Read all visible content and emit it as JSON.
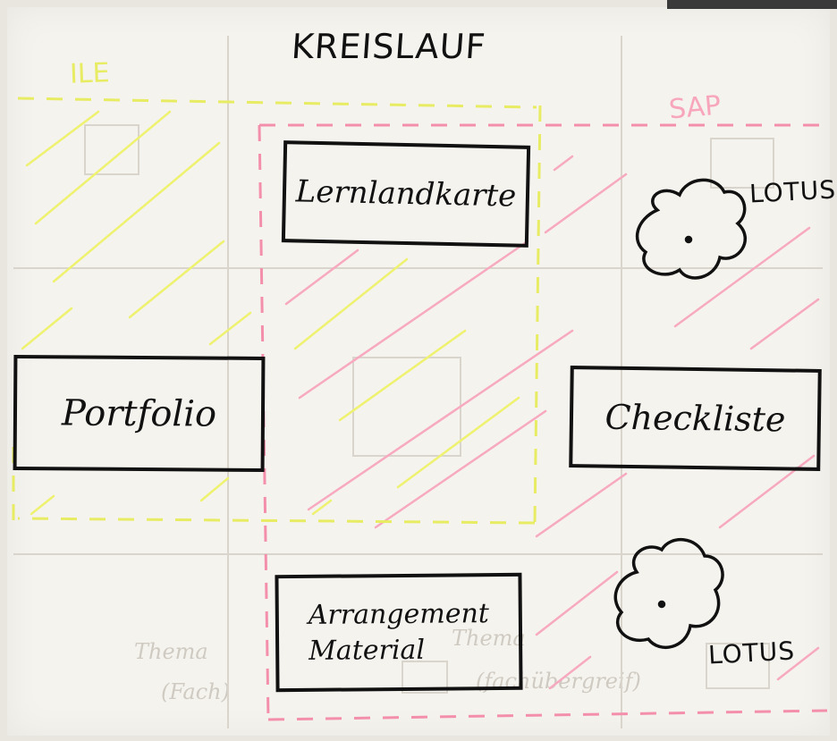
{
  "diagram": {
    "title": "KREISLAUF",
    "zones": {
      "left_label": "ILE",
      "right_label": "SAP",
      "left_color": "#e7ec63",
      "right_color": "#f7a6bc"
    },
    "boxes": {
      "top": "Lernlandkarte",
      "left": "Portfolio",
      "right": "Checkliste",
      "bottom_line1": "Arrangement",
      "bottom_line2": "Material"
    },
    "clouds": [
      {
        "label": "LOTUS",
        "icon": "cloud-icon"
      },
      {
        "label": "LOTUS",
        "icon": "cloud-icon"
      }
    ],
    "faint_background_text": {
      "left": "Thema",
      "left_sub": "(Fach)",
      "right": "Thema",
      "right_sub": "(fachübergreif)"
    }
  }
}
